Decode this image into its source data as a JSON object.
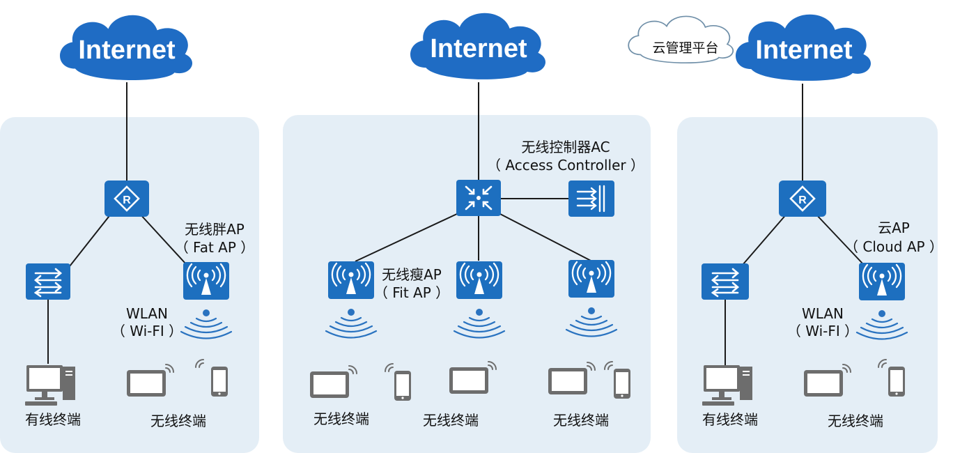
{
  "colors": {
    "panel": "#e4eef6",
    "device": "#1d6fbf",
    "cloud": "#1f6cc4",
    "wave": "#2a73c0",
    "terminal": "#6d6d6d",
    "line": "#1a1a1a"
  },
  "scenarios": [
    {
      "id": "fat",
      "internet": "Internet",
      "router_icon": "router-icon",
      "switch_icon": "switch-icon",
      "ap_icon": "wireless-ap-icon",
      "ap_label": "无线胖AP",
      "ap_label_en": "（ Fat AP ）",
      "wlan_label": "WLAN",
      "wlan_label_en": "（ Wi-FI ）",
      "wired_label": "有线终端",
      "wireless_label": "无线终端"
    },
    {
      "id": "fit",
      "internet": "Internet",
      "controller_label": "无线控制器AC",
      "controller_label_en": "（ Access Controller ）",
      "ap_label": "无线瘦AP",
      "ap_label_en": "（ Fit AP ）",
      "wireless_labels": [
        "无线终端",
        "无线终端",
        "无线终端"
      ]
    },
    {
      "id": "cloud",
      "internet": "Internet",
      "cloud_platform": "云管理平台",
      "ap_label": "云AP",
      "ap_label_en": "（ Cloud AP ）",
      "wlan_label": "WLAN",
      "wlan_label_en": "（ Wi-FI ）",
      "wired_label": "有线终端",
      "wireless_label": "无线终端"
    }
  ]
}
